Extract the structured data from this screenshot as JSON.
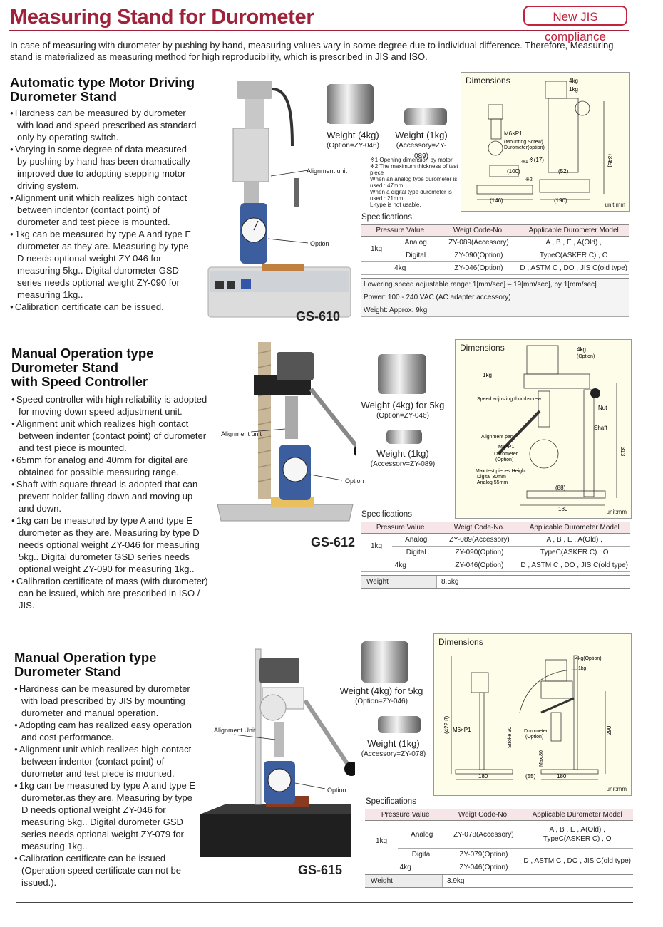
{
  "header": {
    "title": "Measuring Stand for Durometer",
    "badge": "New JIS compliance",
    "intro": "In case of measuring with durometer by pushing by hand, measuring values vary in some degree due to individual difference. Therefore, Measuring stand is materialized as measuring method for high reproducibility, which is prescribed in JIS and ISO."
  },
  "sections": [
    {
      "title_line1": "Automatic type Motor Driving",
      "title_line2": "Durometer Stand",
      "bullets": [
        "Hardness can be measured by durometer with load and speed prescribed as standard only by operating switch.",
        "Varying in some degree of data measured by pushing by hand has been dramatically improved due to adopting stepping motor driving system.",
        "Alignment unit which realizes high contact between indentor (contact point) of durometer and test piece is mounted.",
        "1kg can be measured by type A and type E durometer as they are. Measuring by type D needs optional weight ZY-046 for measuring 5kg.. Digital durometer GSD series needs optional weight ZY-090 for measuring 1kg..",
        "Calibration certificate can be issued."
      ],
      "model": "GS-610",
      "photo_labels": {
        "alignment": "Alignment unit",
        "option": "Option"
      },
      "weight_big": {
        "label": "Weight (4kg)",
        "sub": "(Option=ZY-046)"
      },
      "weight_small": {
        "label": "Weight (1kg)",
        "sub": "(Accessory=ZY-089)"
      },
      "notes": [
        "※1 Opening dimension by motor",
        "※2 The maximum thickness of test piece",
        "When an analog type durometer is used : 47mm",
        "When a digital type durometer is used : 21mm",
        "L-type is not usable."
      ],
      "dimensions": {
        "title": "Dimensions",
        "unit": "unit:mm",
        "labels": [
          "4kg",
          "1kg",
          "M6×P1",
          "(Mounting Screw)",
          "Durometer(option)",
          "※(17)",
          "(100)",
          "(52)",
          "(345)",
          "(146)",
          "(190)",
          "※1",
          "※2"
        ]
      },
      "spec_title": "Specifications",
      "spec_headers": [
        "Pressure Value",
        "Weigt Code-No.",
        "Applicable Durometer Model"
      ],
      "spec_rows": [
        {
          "pressure": "1kg",
          "type": "Analog",
          "code": "ZY-089(Accessory)",
          "model": "A , B , E , A(Old) ,"
        },
        {
          "pressure": "",
          "type": "Digital",
          "code": "ZY-090(Option)",
          "model": "TypeC(ASKER C) , O"
        },
        {
          "pressure": "4kg",
          "type": "",
          "code": "ZY-046(Option)",
          "model": "D , ASTM C , DO , JIS C(old type)"
        }
      ],
      "extra_lines": [
        "Lowering speed adjustable range: 1[mm/sec] – 19[mm/sec], by 1[mm/sec]",
        "Power: 100 - 240 VAC (AC adapter accessory)",
        "Weight: Approx. 9kg"
      ]
    },
    {
      "title_line1": "Manual Operation type",
      "title_line2": "Durometer Stand",
      "title_line3": "with Speed Controller",
      "bullets": [
        "Speed controller with high reliability is adopted for moving down speed adjustment unit.",
        "Alignment unit which realizes high contact between indenter (contact point) of durometer and test piece is mounted.",
        "65mm for analog and 40mm for digital are obtained for possible measuring range.",
        "Shaft with square thread is adopted that can prevent holder falling down and moving up and down.",
        "1kg can be measured by type A and type E durometer as they are. Measuring by type D needs optional weight ZY-046 for measuring 5kg.. Digital durometer GSD series needs optional weight ZY-090 for measuring 1kg..",
        "Calibration certificate of mass (with durometer) can be issued, which are prescribed in ISO / JIS."
      ],
      "model": "GS-612",
      "photo_labels": {
        "alignment": "Alignment unit",
        "option": "Option"
      },
      "weight_big": {
        "label": "Weight (4kg) for 5kg",
        "sub": "(Option=ZY-046)"
      },
      "weight_small": {
        "label": "Weight (1kg)",
        "sub": "(Accessory=ZY-089)"
      },
      "dimensions": {
        "title": "Dimensions",
        "unit": "unit:mm",
        "labels": [
          "4kg",
          "(Option)",
          "1kg",
          "Speed adjusting thumbscrew",
          "Nut",
          "Shaft",
          "Alignment part",
          "M6×P1",
          "Durometer",
          "(Option)",
          "Max test pieces Height",
          "Digital 30mm",
          "Analog 55mm",
          "(88)",
          "180",
          "313"
        ]
      },
      "spec_title": "Specifications",
      "spec_headers": [
        "Pressure Value",
        "Weigt Code-No.",
        "Applicable Durometer Model"
      ],
      "spec_rows": [
        {
          "pressure": "1kg",
          "type": "Analog",
          "code": "ZY-089(Accessory)",
          "model": "A , B , E , A(Old) ,"
        },
        {
          "pressure": "",
          "type": "Digital",
          "code": "ZY-090(Option)",
          "model": "TypeC(ASKER C) , O"
        },
        {
          "pressure": "4kg",
          "type": "",
          "code": "ZY-046(Option)",
          "model": "D , ASTM C , DO , JIS C(old type)"
        }
      ],
      "weight_row": {
        "key": "Weight",
        "value": "8.5kg"
      }
    },
    {
      "title_line1": "Manual Operation type",
      "title_line2": "Durometer Stand",
      "bullets": [
        "Hardness can be measured by durometer with load prescribed by JIS by mounting durometer and manual operation.",
        "Adopting cam has realized easy operation and cost performance.",
        "Alignment unit which realizes high contact between indentor (contact point) of durometer and test piece is mounted.",
        "1kg can be measured by type A and type E durometer.as they are. Measuring by type D needs optional weight ZY-046 for measuring 5kg.. Digital durometer GSD series needs optional weight ZY-079 for measuring 1kg..",
        "Calibration certificate can be issued (Operation speed certificate can not be issued.)."
      ],
      "model": "GS-615",
      "photo_labels": {
        "alignment": "Alignment Unit",
        "option": "Option"
      },
      "weight_big": {
        "label": "Weight (4kg) for 5kg",
        "sub": "(Option=ZY-046)"
      },
      "weight_small": {
        "label": "Weight (1kg)",
        "sub": "(Accessory=ZY-078)"
      },
      "dimensions": {
        "title": "Dimensions",
        "unit": "unit:mm",
        "labels": [
          "4kg(Option)",
          "1kg",
          "(422.8)",
          "M6×P1",
          "Stroke 30",
          "Durometer",
          "(Option)",
          "Max.80",
          "290",
          "180",
          "(55)",
          "180"
        ]
      },
      "spec_title": "Specifications",
      "spec_headers": [
        "Pressure Value",
        "Weigt Code-No.",
        "Applicable Durometer Model"
      ],
      "spec_rows": [
        {
          "pressure": "1kg",
          "type": "Analog",
          "code": "ZY-078(Accessory)",
          "model": "A , B , E , A(Old) ,",
          "model2": "TypeC(ASKER C) , O"
        },
        {
          "pressure": "",
          "type": "Digital",
          "code": "ZY-079(Option)",
          "model": "D , ASTM C , DO , JIS C(old type)"
        },
        {
          "pressure": "4kg",
          "type": "",
          "code": "ZY-046(Option)",
          "model": ""
        }
      ],
      "weight_row": {
        "key": "Weight",
        "value": "3.9kg"
      }
    }
  ],
  "colors": {
    "title": "#a0213a",
    "badge": "#c0243e",
    "dim_bg": "#fefde9",
    "header_bg": "#f6e6e8"
  }
}
